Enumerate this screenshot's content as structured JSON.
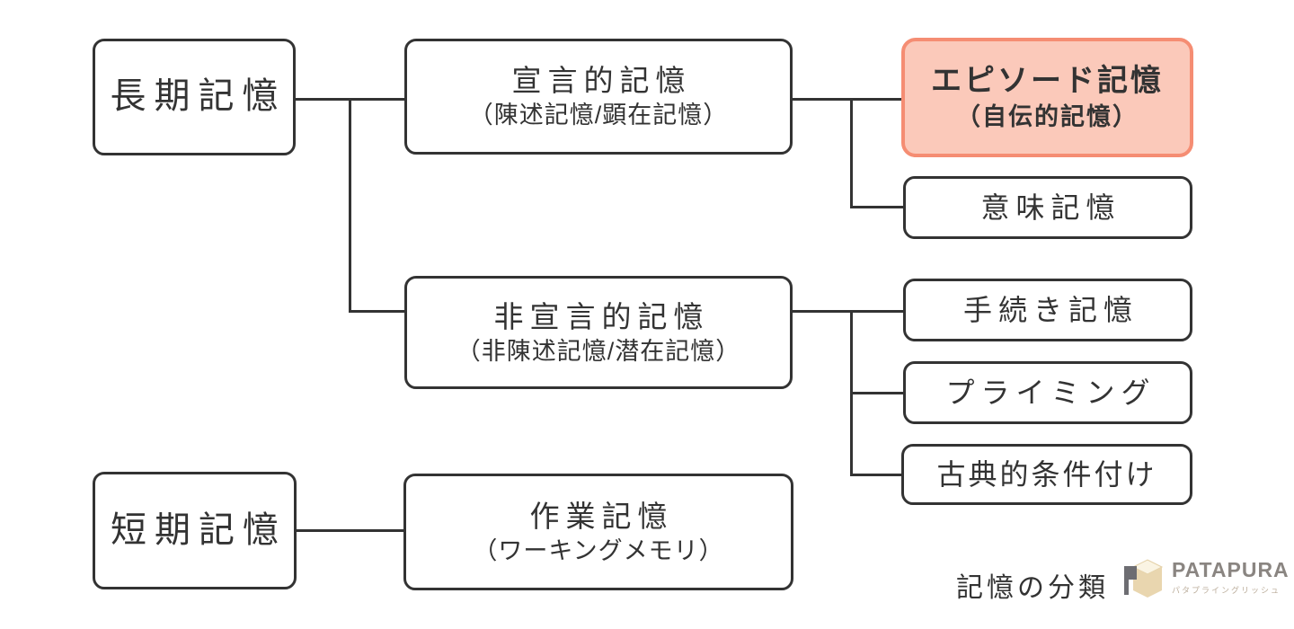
{
  "nodes": {
    "long_term": {
      "label": "長期記憶"
    },
    "declarative": {
      "label": "宣言的記憶",
      "sub": "（陳述記憶/顕在記憶）"
    },
    "episodic": {
      "label": "エピソード記憶",
      "sub": "（自伝的記憶）"
    },
    "semantic": {
      "label": "意味記憶"
    },
    "nondeclarative": {
      "label": "非宣言的記憶",
      "sub": "（非陳述記憶/潜在記憶）"
    },
    "procedural": {
      "label": "手続き記憶"
    },
    "priming": {
      "label": "プライミング"
    },
    "classical_conditioning": {
      "label": "古典的条件付け"
    },
    "short_term": {
      "label": "短期記憶"
    },
    "working_memory": {
      "label": "作業記憶",
      "sub": "（ワーキングメモリ）"
    }
  },
  "footer": {
    "title": "記憶の分類"
  },
  "logo": {
    "brand": "PATAPURA",
    "subtitle": "パタプライングリッシュ"
  },
  "colors": {
    "line": "#333333",
    "text": "#333333",
    "highlight_fill": "#fbc9ba",
    "highlight_border": "#f58d73",
    "logo_cube_beige": "#e9d6af",
    "logo_cube_top": "#faf4e3",
    "logo_p_gray": "#6d6d72",
    "logo_brand_text": "#8a8581",
    "logo_subtitle_text": "#bcae9c"
  }
}
